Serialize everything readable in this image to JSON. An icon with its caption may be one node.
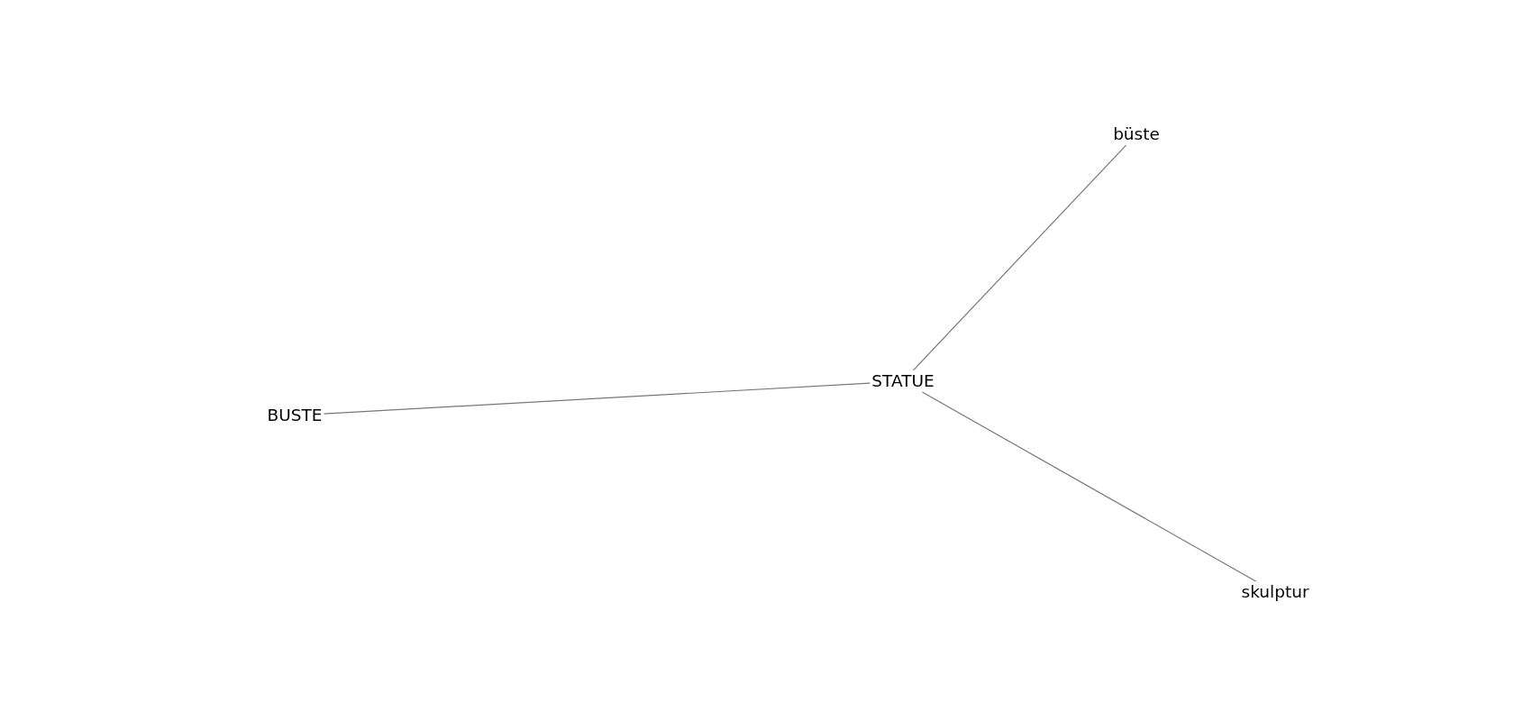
{
  "diagram": {
    "nodes": [
      {
        "text": [
          "STATUE"
        ]
      },
      {
        "text": [
          "büste"
        ]
      },
      {
        "text": [
          "BUSTE"
        ]
      },
      {
        "text": [
          "skulptur"
        ]
      }
    ],
    "edges": [
      {
        "from": 0,
        "to": 1,
        "arrow": "none"
      },
      {
        "from": 0,
        "to": 2,
        "arrow": "none"
      },
      {
        "from": 0,
        "to": 3,
        "arrow": "none"
      }
    ]
  }
}
